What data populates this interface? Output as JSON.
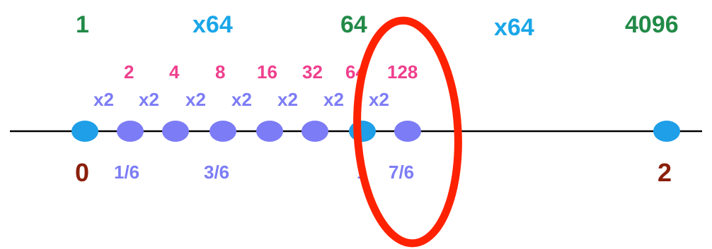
{
  "colors": {
    "green": "#218a47",
    "cyan": "#1aa6e8",
    "pink": "#ef3f8d",
    "lavender": "#7c7cf6",
    "maroon": "#8a1f0c",
    "dot_blue": "#1e9fe8",
    "dot_purple": "#7c7cf6",
    "highlight_red": "#ff2200",
    "line": "#000000"
  },
  "top_labels": {
    "one": "1",
    "x64_left": "x64",
    "sixtyfour": "64",
    "x64_right": "x64",
    "four_thousand": "4096"
  },
  "powers": [
    "2",
    "4",
    "8",
    "16",
    "32",
    "64",
    "128"
  ],
  "multipliers": [
    "x2",
    "x2",
    "x2",
    "x2",
    "x2",
    "x2",
    "x2"
  ],
  "axis_labels": {
    "zero": "0",
    "one_sixth": "1/6",
    "three_sixths": "3/6",
    "one_partial": "1",
    "seven_sixths": "7/6",
    "two": "2"
  }
}
